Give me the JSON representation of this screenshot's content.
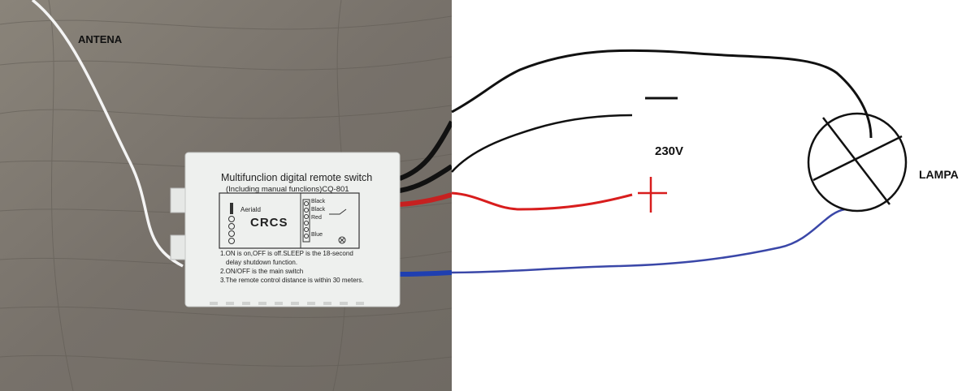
{
  "labels": {
    "antenna": "ANTENA",
    "voltage": "230V",
    "minus_sign": "—",
    "plus_sign": "+",
    "lamp": "LAMPA"
  },
  "module": {
    "title": "Multifunclion digital remote switch",
    "subtitle": "(Including manual funclions)CQ-801",
    "brand": "Aeriald",
    "logo": "CRCS",
    "terminals": [
      "Black",
      "Black",
      "Red",
      "Blue"
    ],
    "notes": [
      "1.ON is on,OFF is off.SLEEP is the 18-second",
      "delay shutdown function.",
      "2.ON/OFF is the main switch",
      "3.The remote control distance is within 30 meters."
    ]
  },
  "colors": {
    "wire_black": "#111111",
    "wire_red": "#d81d1d",
    "wire_blue": "#3a47a8",
    "module_body": "#eef0ee",
    "wood": "#7d776c"
  }
}
